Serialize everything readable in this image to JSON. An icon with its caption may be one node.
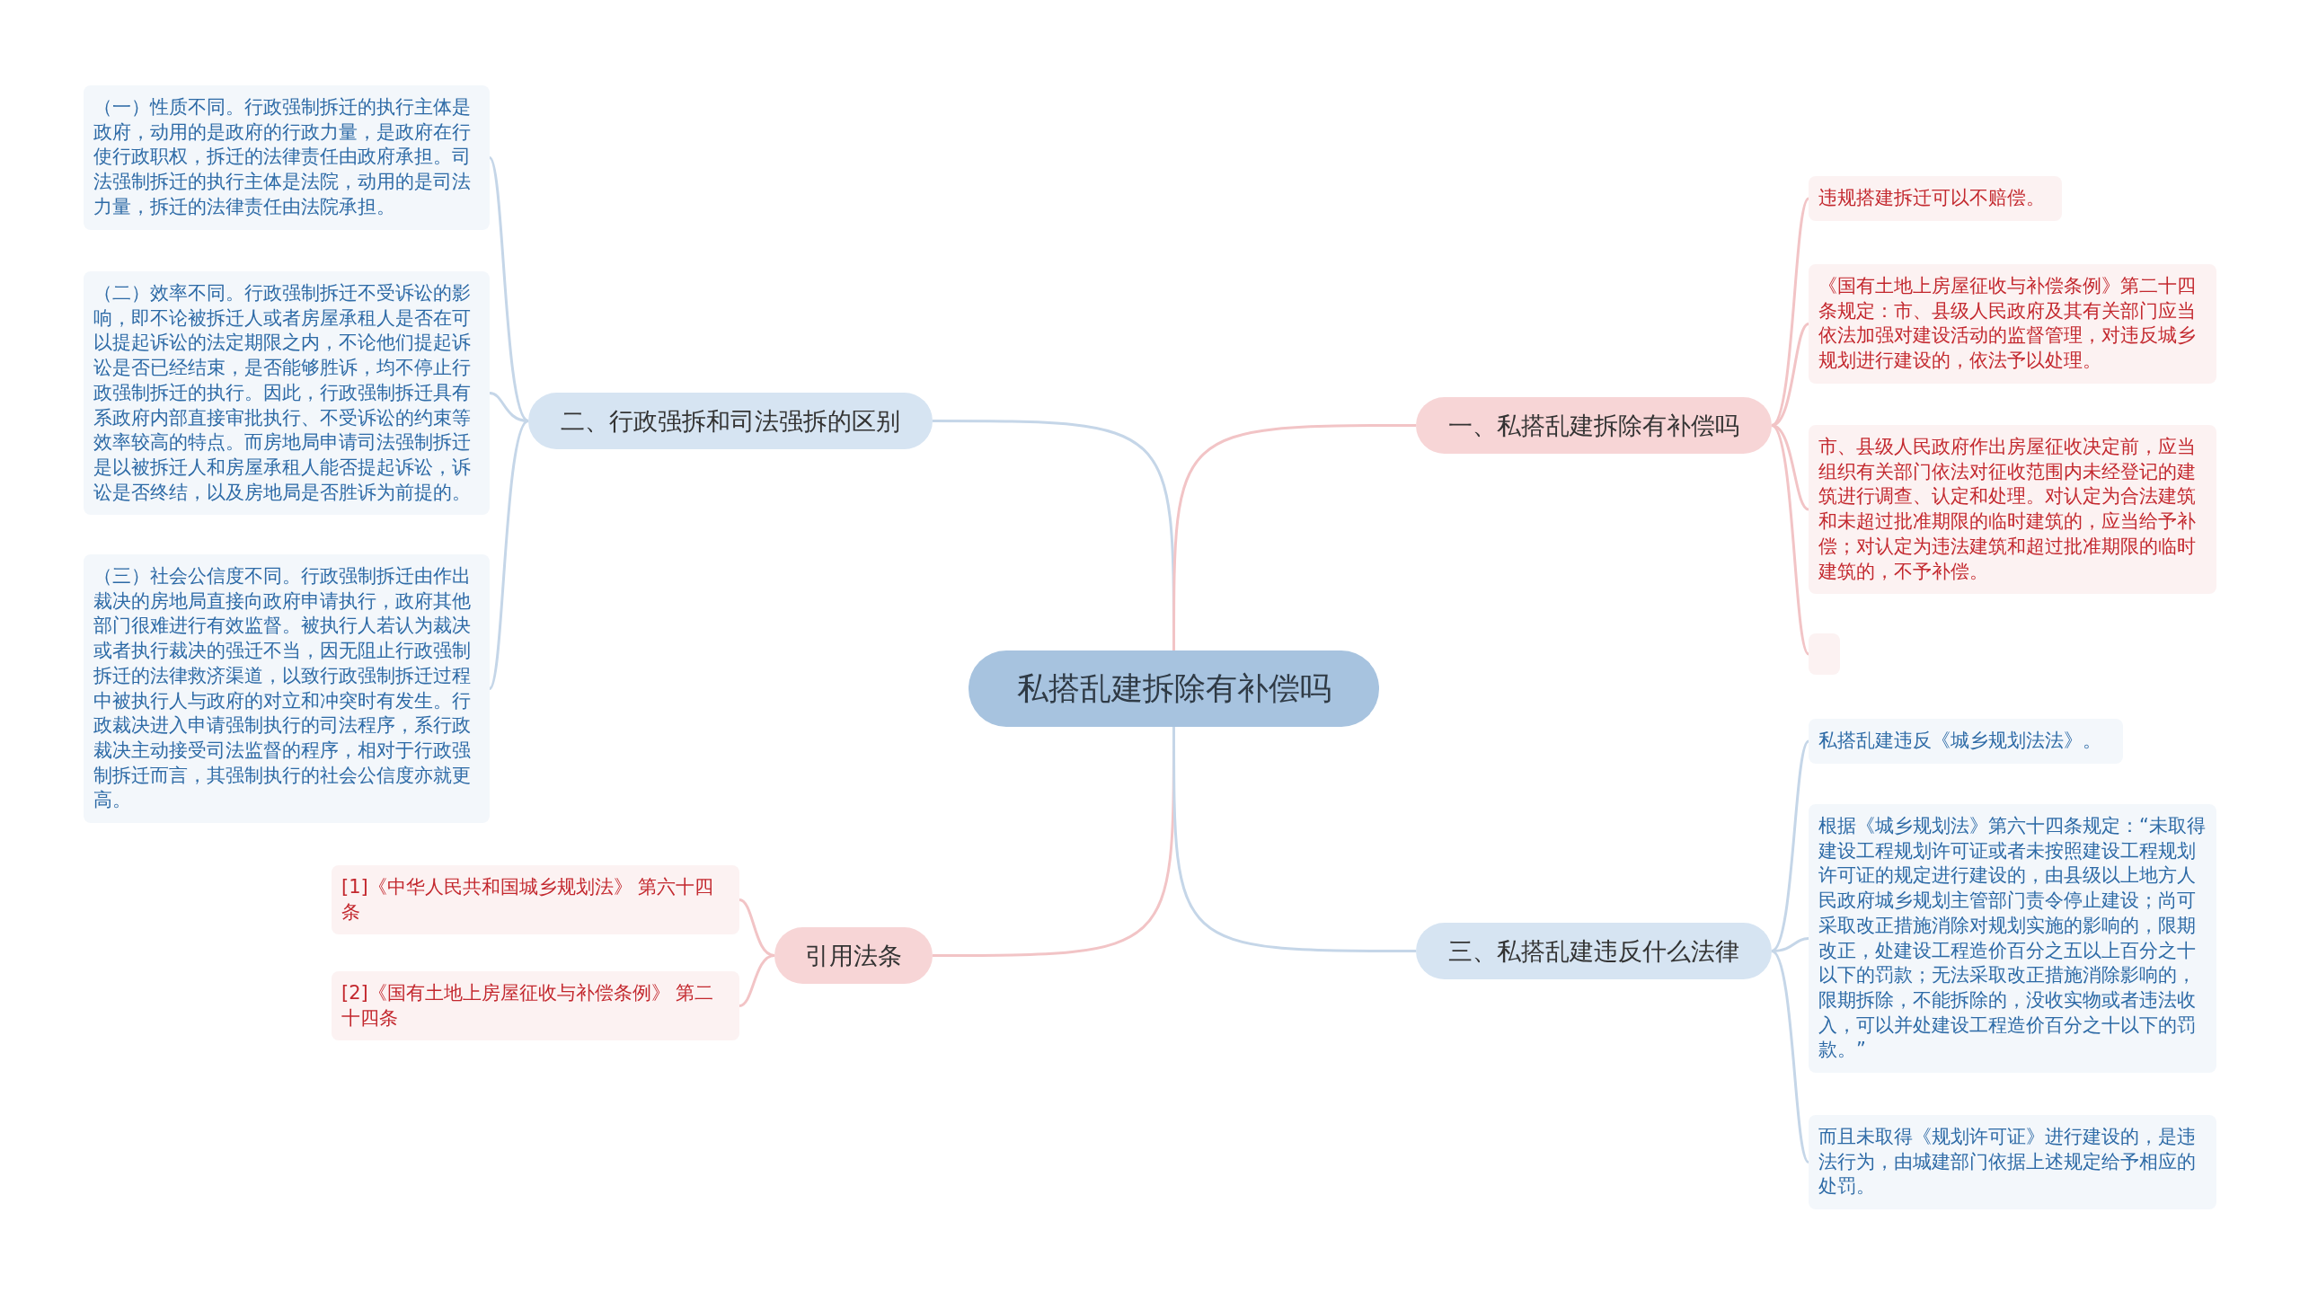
{
  "diagram": {
    "nodes": [
      {
        "text": [
          "私搭乱建拆除有补偿吗"
        ]
      },
      {
        "text": [
          "二、行政强拆和司法强拆的区别"
        ]
      },
      {
        "text": [
          "（一）性质不同。行政强制拆迁的执行主体是政府，动用的是政府的行政力量，是政府在行使行政职权，拆迁的法律责任由政府承担。司法强制拆迁的执行主体是法院，动用的是司法力量，拆迁的法律责任由法院承担。"
        ]
      },
      {
        "text": [
          "（二）效率不同。行政强制拆迁不受诉讼的影响，即不论被拆迁人或者房屋承租人是否在可以提起诉讼的法定期限之内，不论他们提起诉讼是否已经结束，是否能够胜诉，均不停止行政强制拆迁的执行。因此，行政强制拆迁具有系政府内部直接审批执行、不受诉讼的约束等效率较高的特点。而房地局申请司法强制拆迁是以被拆迁人和房屋承租人能否提起诉讼，诉讼是否终结，以及房地局是否胜诉为前提的。"
        ]
      },
      {
        "text": [
          "（三）社会公信度不同。行政强制拆迁由作出裁决的房地局直接向政府申请执行，政府其他部门很难进行有效监督。被执行人若认为裁决或者执行裁决的强迁不当，因无阻止行政强制拆迁的法律救济渠道，以致行政强制拆迁过程中被执行人与政府的对立和冲突时有发生。行政裁决进入申请强制执行的司法程序，系行政裁决主动接受司法监督的程序，相对于行政强制拆迁而言，其强制执行的社会公信度亦就更高。"
        ]
      },
      {
        "text": [
          "引用法条"
        ]
      },
      {
        "text": [
          "[1]《中华人民共和国城乡规划法》 第六十四条"
        ]
      },
      {
        "text": [
          "[2]《国有土地上房屋征收与补偿条例》 第二十四条"
        ]
      },
      {
        "text": [
          "一、私搭乱建拆除有补偿吗"
        ]
      },
      {
        "text": [
          "违规搭建拆迁可以不赔偿。"
        ]
      },
      {
        "text": [
          "《国有土地上房屋征收与补偿条例》第二十四条规定：市、县级人民政府及其有关部门应当依法加强对建设活动的监督管理，对违反城乡规划进行建设的，依法予以处理。"
        ]
      },
      {
        "text": [
          "市、县级人民政府作出房屋征收决定前，应当组织有关部门依法对征收范围内未经登记的建筑进行调查、认定和处理。对认定为合法建筑和未超过批准期限的临时建筑的，应当给予补偿；对认定为违法建筑和超过批准期限的临时建筑的，不予补偿。"
        ]
      },
      {
        "text": [],
        "shape": "box"
      },
      {
        "text": [
          "三、私搭乱建违反什么法律"
        ]
      },
      {
        "text": [
          "私搭乱建违反《城乡规划法法》。"
        ]
      },
      {
        "text": [
          "根据《城乡规划法》第六十四条规定：“未取得建设工程规划许可证或者未按照建设工程规划许可证的规定进行建设的，由县级以上地方人民政府城乡规划主管部门责令停止建设；尚可采取改正措施消除对规划实施的影响的，限期改正，处建设工程造价百分之五以上百分之十以下的罚款；无法采取改正措施消除影响的，限期拆除，不能拆除的，没收实物或者违法收入，可以并处建设工程造价百分之十以下的罚款。”"
        ]
      },
      {
        "text": [
          "而且未取得《规划许可证》进行建设的，是违法行为，由城建部门依据上述规定给予相应的处罚。"
        ]
      }
    ],
    "edges": [
      {
        "from": 0,
        "to": 1,
        "arrow": "none",
        "color": "#c5d6e8"
      },
      {
        "from": 1,
        "to": 2,
        "arrow": "none",
        "color": "#c5d6e8"
      },
      {
        "from": 1,
        "to": 3,
        "arrow": "none",
        "color": "#c5d6e8"
      },
      {
        "from": 1,
        "to": 4,
        "arrow": "none",
        "color": "#c5d6e8"
      },
      {
        "from": 0,
        "to": 5,
        "arrow": "none",
        "color": "#f2c4c6"
      },
      {
        "from": 5,
        "to": 6,
        "arrow": "none",
        "color": "#f2c4c6"
      },
      {
        "from": 5,
        "to": 7,
        "arrow": "none",
        "color": "#f2c4c6"
      },
      {
        "from": 0,
        "to": 8,
        "arrow": "none",
        "color": "#f2c4c6"
      },
      {
        "from": 8,
        "to": 9,
        "arrow": "none",
        "color": "#f2c4c6"
      },
      {
        "from": 8,
        "to": 10,
        "arrow": "none",
        "color": "#f2c4c6"
      },
      {
        "from": 8,
        "to": 11,
        "arrow": "none",
        "color": "#f2c4c6"
      },
      {
        "from": 8,
        "to": 12,
        "arrow": "none",
        "color": "#f2c4c6"
      },
      {
        "from": 0,
        "to": 13,
        "arrow": "none",
        "color": "#c5d6e8"
      },
      {
        "from": 13,
        "to": 14,
        "arrow": "none",
        "color": "#c5d6e8"
      },
      {
        "from": 13,
        "to": 15,
        "arrow": "none",
        "color": "#c5d6e8"
      },
      {
        "from": 13,
        "to": 16,
        "arrow": "none",
        "color": "#c5d6e8"
      }
    ]
  }
}
